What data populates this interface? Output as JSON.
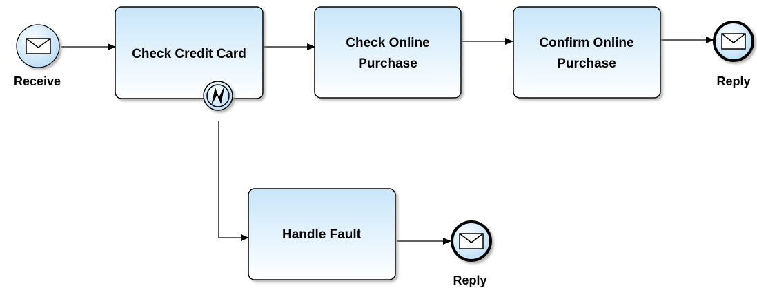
{
  "events": {
    "receive": {
      "label": "Receive",
      "icon": "envelope-icon",
      "kind": "start"
    },
    "reply_main": {
      "label": "Reply",
      "icon": "envelope-icon",
      "kind": "end"
    },
    "reply_fault": {
      "label": "Reply",
      "icon": "envelope-icon",
      "kind": "end"
    }
  },
  "tasks": {
    "check_credit_card": {
      "lines": [
        "Check Credit Card"
      ]
    },
    "check_online_purchase": {
      "lines": [
        "Check Online",
        "Purchase"
      ]
    },
    "confirm_online_purchase": {
      "lines": [
        "Confirm Online",
        "Purchase"
      ]
    },
    "handle_fault": {
      "lines": [
        "Handle Fault"
      ]
    }
  },
  "boundary_event": {
    "icon": "error-bolt-icon",
    "kind": "error"
  },
  "colors": {
    "task_fill_top": "#c9e6fa",
    "task_fill_bottom": "#ffffff",
    "event_fill": "#c7e4fa",
    "stroke": "#000000"
  }
}
